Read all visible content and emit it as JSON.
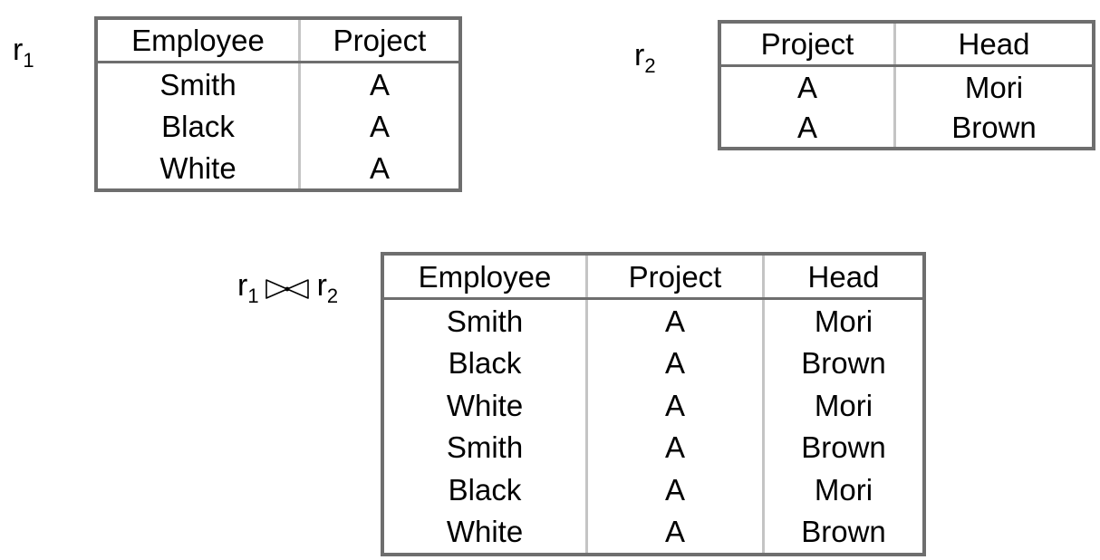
{
  "labels": {
    "r1": {
      "base": "r",
      "sub": "1"
    },
    "r2": {
      "base": "r",
      "sub": "2"
    },
    "join": {
      "left_base": "r",
      "left_sub": "1",
      "right_base": "r",
      "right_sub": "2"
    }
  },
  "icons": {
    "join_symbol": "natural-join-bowtie-icon"
  },
  "table_r1": {
    "headers": [
      "Employee",
      "Project"
    ],
    "rows": [
      [
        "Smith",
        "A"
      ],
      [
        "Black",
        "A"
      ],
      [
        "White",
        "A"
      ]
    ]
  },
  "table_r2": {
    "headers": [
      "Project",
      "Head"
    ],
    "rows": [
      [
        "A",
        "Mori"
      ],
      [
        "A",
        "Brown"
      ]
    ]
  },
  "table_join": {
    "headers": [
      "Employee",
      "Project",
      "Head"
    ],
    "rows": [
      [
        "Smith",
        "A",
        "Mori"
      ],
      [
        "Black",
        "A",
        "Brown"
      ],
      [
        "White",
        "A",
        "Mori"
      ],
      [
        "Smith",
        "A",
        "Brown"
      ],
      [
        "Black",
        "A",
        "Mori"
      ],
      [
        "White",
        "A",
        "Brown"
      ]
    ]
  },
  "colors": {
    "border_outer": "#6e6e6e",
    "border_inner": "#c4c4c4"
  }
}
